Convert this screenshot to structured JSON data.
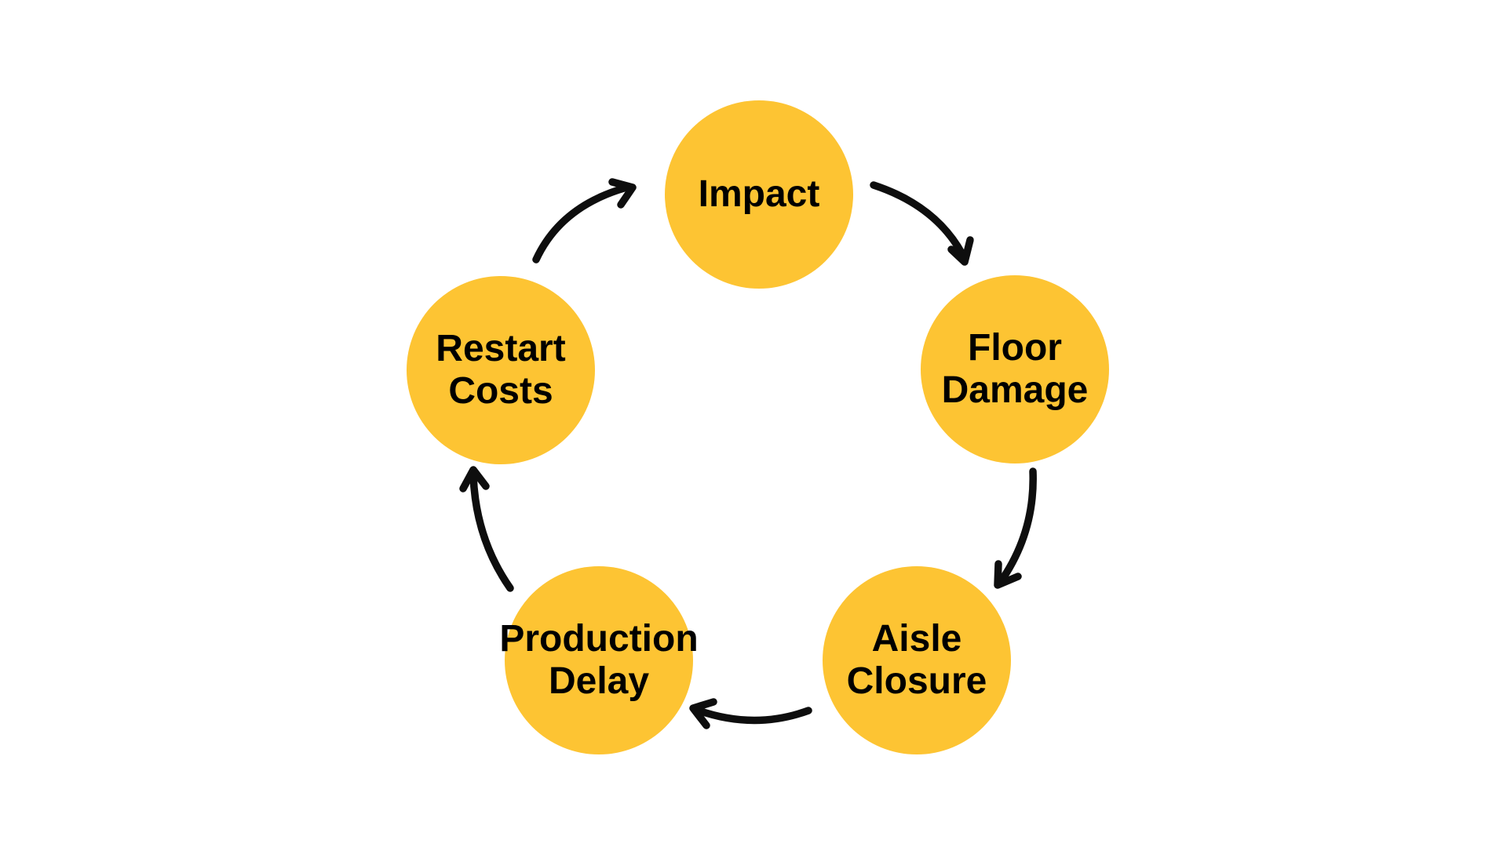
{
  "theme": {
    "background": "#ffffff",
    "node-fill": "#FDC433",
    "label": "#000000",
    "arrow": "#0E0E0E"
  },
  "cycle": {
    "nodes": [
      {
        "id": "impact",
        "label": "Impact",
        "lines": [
          "Impact"
        ]
      },
      {
        "id": "floor-damage",
        "label": "Floor Damage",
        "lines": [
          "Floor",
          "Damage"
        ]
      },
      {
        "id": "aisle-closure",
        "label": "Aisle Closure",
        "lines": [
          "Aisle",
          "Closure"
        ]
      },
      {
        "id": "production-delay",
        "label": "Production Delay",
        "lines": [
          "Production",
          "Delay"
        ]
      },
      {
        "id": "restart-costs",
        "label": "Restart Costs",
        "lines": [
          "Restart",
          "Costs"
        ]
      }
    ],
    "flow_order": [
      "Impact",
      "Floor Damage",
      "Aisle Closure",
      "Production Delay",
      "Restart Costs"
    ],
    "direction": "clockwise"
  }
}
